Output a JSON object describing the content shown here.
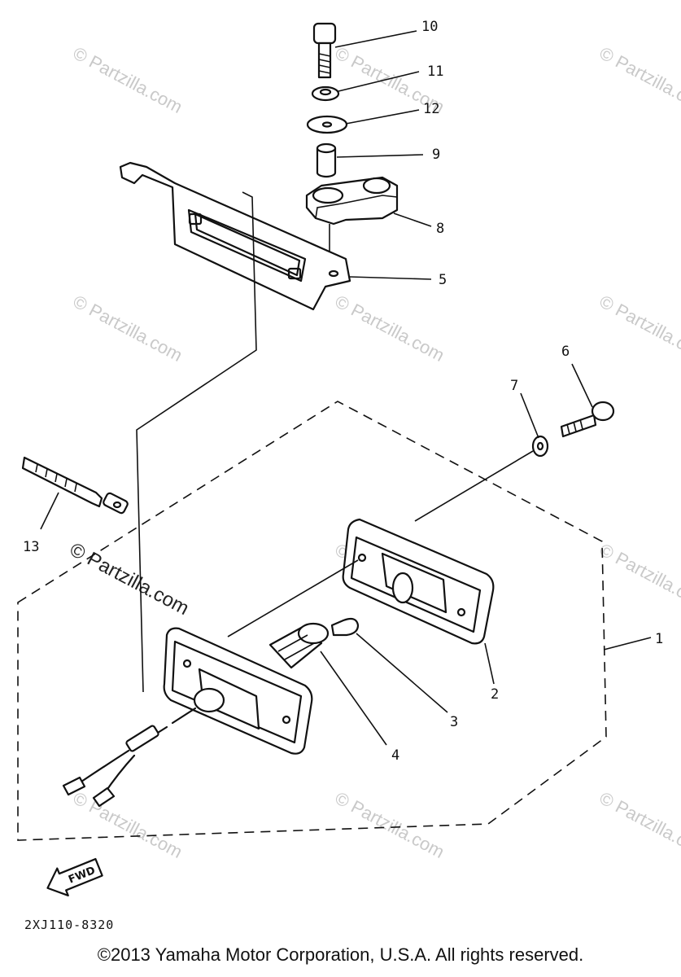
{
  "callouts": [
    "10",
    "11",
    "12",
    "9",
    "8",
    "5",
    "6",
    "7",
    "13",
    "1",
    "2",
    "3",
    "4"
  ],
  "watermark_text": "© Partzilla.com",
  "diagram_code": "2XJ110-8320",
  "fwd_label": "FWD",
  "copyright": "©2013 Yamaha Motor Corporation, U.S.A. All rights reserved."
}
